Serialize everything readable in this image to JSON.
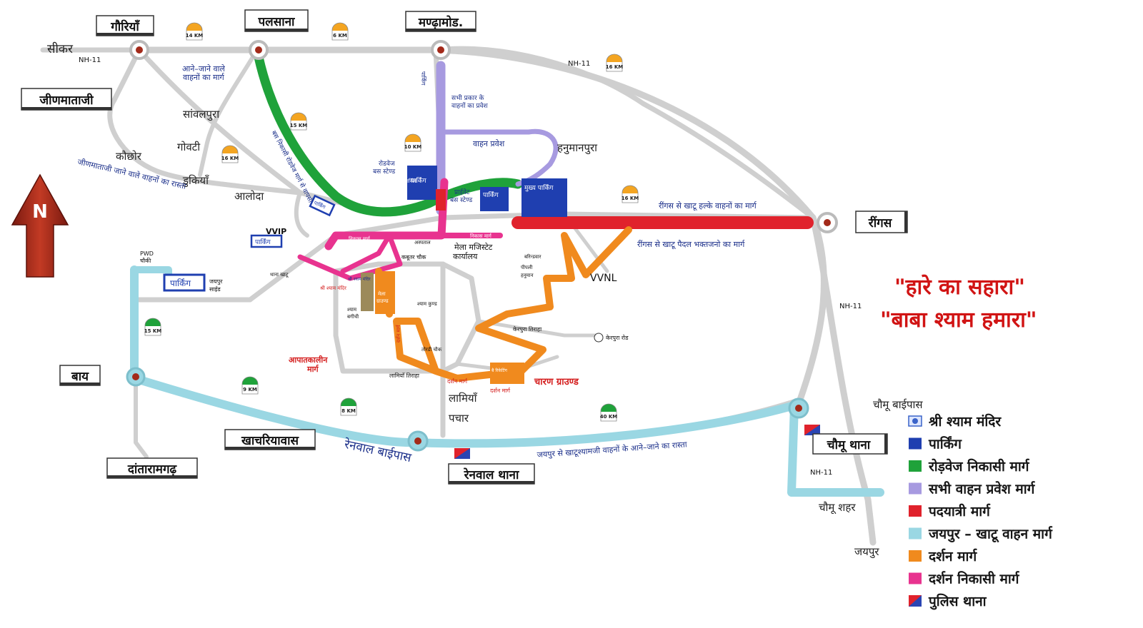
{
  "slogan": {
    "line1": "\"हारे का सहारा\"",
    "line2": "\"बाबा श्याम हमारा\""
  },
  "north_arrow": {
    "label": "N"
  },
  "boxed_places": {
    "gauriyon": "गौरियाँ",
    "palsana": "पलसाना",
    "mandhamod": "मण्ढ़ामोड.",
    "jeenmataji": "जीणमाताजी",
    "ringas": "रींगस",
    "bay": "बाय",
    "khachariyavas": "खाचरियावास",
    "dantaramgarh": "दांतारामगढ़",
    "renwal_thana": "रेनवाल थाना",
    "chomu_thana": "चौमू थाना"
  },
  "towns": {
    "sikar": "सीकर",
    "nh11_a": "NH-11",
    "nh11_b": "NH-11",
    "nh11_c": "NH-11",
    "nh11_d": "NH-11",
    "sanwalpura": "सांवलपुरा",
    "govti": "गोवटी",
    "kaunchhor": "कौछोर",
    "dukiyan": "डुकियाँ",
    "aloda": "आलोदा",
    "hanumanpura": "हनुमानपुरा",
    "lamiyon": "लामियाँ",
    "pachar": "पचार",
    "chomu_bypass": "चौमू बाईपास",
    "chomu_shahar": "चौमू शहर",
    "jaipur": "जयपुर",
    "vvnl": "VVNL",
    "vvip": "VVIP",
    "renwal_bypass": "रेनवाल बाईपास",
    "pwd_chowki_1": "PWD",
    "pwd_chowki_2": "चौकी"
  },
  "small_labels": {
    "aane_jaane_1": "आने–जाने वाले",
    "aane_jaane_2": "वाहनों का मार्ग",
    "jeenmata_route": "जीणमाताजी जाने वाले वाहनों का रास्ता",
    "sabhi_prakar_1": "सभी प्रकार के",
    "sabhi_prakar_2": "वाहनों का प्रवेश",
    "vahan_pravesh": "वाहन प्रवेश",
    "roadways_1": "रोडवेज",
    "roadways_2": "बस स्टेण्ड",
    "private_1": "प्राईवेट",
    "private_2": "बस स्टेण्ड",
    "ringas_light": "रींगस से खाटू  हल्के वाहनों का मार्ग",
    "ringas_paidal": "रींगस से खाटू पैदल भक्तजनो का मार्ग",
    "mela_magistrate_1": "मेला मजिस्टेट",
    "mela_magistrate_2": "कार्यालय",
    "kabootar_chowk": "कबूतर चौक",
    "aspatal": "अस्पताल",
    "thana_khatu": "थाना खाटू",
    "jaipur_side_1": "जयपुर",
    "jaipur_side_2": "साईड",
    "shri_shyam_mandir": "श्री श्याम मंदिर",
    "shyam_kund": "श्याम कुण्ड",
    "shyam_bagichi_1": "श्याम",
    "shyam_bagichi_2": "बगीची",
    "mela_ground_1": "मेला",
    "mela_ground_2": "ग्राउण्ड",
    "tordi_chowk": "तोरडी चौक",
    "lamiyan_tiraha": "लामियाँ तिराहा",
    "kepura_tiraha": "केरपुरा तिराहा",
    "kepura_road": "केरपुरा रोड",
    "peepli_hanuman_1": "पीपली",
    "peepli_hanuman_2": "हनुमान",
    "barindwar": "बरिन्डवार",
    "apatkalin_1": "आपातकालीन",
    "apatkalin_2": "मार्ग",
    "charan_ground": "चारण ग्राउण्ड",
    "darshan_marg_1": "दर्शन मार्ग",
    "darshan_marg_2": "दर्शन मार्ग",
    "jaipur_khatu_route": "जयपुर से खाटूश्यामजी वाहनों के आने–जाने  का रास्ता",
    "roadways_nikasi_on_road": "बस निकासी रोडवेज मार्ग से वापसी",
    "mela_marg": "निकास मार्ग",
    "mela_marg_2": "निकास मार्ग",
    "parking_1": "पार्किंग",
    "parking_2": "पार्किंग",
    "parking_3": "पार्किंग",
    "parking_4": "पार्किंग",
    "parking_5": "पार्किंग",
    "mukhya_parking": "मुख्य पार्किंग",
    "parking_main": "पार्किंग",
    "parking_vvip": "पार्किंग",
    "shyam_mandir_small": "श्री श्याम मंदिर",
    "darshan_vertical": "दर्शन मार्ग",
    "bairi_label": "बै रिकेटिंग"
  },
  "milestones": [
    "14 KM",
    "6 KM",
    "15 KM",
    "16 KM",
    "10 KM",
    "16 KM",
    "16 KM",
    "15 KM",
    "9 KM",
    "8 KM",
    "40 KM"
  ],
  "legend": {
    "items": [
      {
        "label": "श्री श्याम मंदिर",
        "color": "#3a63c9",
        "kind": "temple"
      },
      {
        "label": "पार्किंग",
        "color": "#1f3fb0",
        "kind": "swatch"
      },
      {
        "label": "रोड़वेज निकासी मार्ग",
        "color": "#1fa23a",
        "kind": "swatch"
      },
      {
        "label": "सभी वाहन प्रवेश मार्ग",
        "color": "#a79ae0",
        "kind": "swatch"
      },
      {
        "label": "पदयात्री मार्ग",
        "color": "#e0222c",
        "kind": "swatch"
      },
      {
        "label": "जयपुर – खाटू वाहन मार्ग",
        "color": "#9ad7e3",
        "kind": "swatch"
      },
      {
        "label": "दर्शन मार्ग",
        "color": "#f08a1e",
        "kind": "swatch"
      },
      {
        "label": "दर्शन निकासी मार्ग",
        "color": "#e8338f",
        "kind": "swatch"
      },
      {
        "label": "पुलिस थाना",
        "color": "#2a45b3",
        "kind": "police"
      }
    ]
  },
  "colors": {
    "road": "#cfcfcf",
    "green_route": "#1fa23a",
    "lavender_route": "#a79ae0",
    "red_route": "#e0222c",
    "cyan_route": "#9ad7e3",
    "orange_route": "#f08a1e",
    "pink_route": "#e8338f",
    "parking": "#1f3fb0",
    "arrow": "#a3271c"
  }
}
